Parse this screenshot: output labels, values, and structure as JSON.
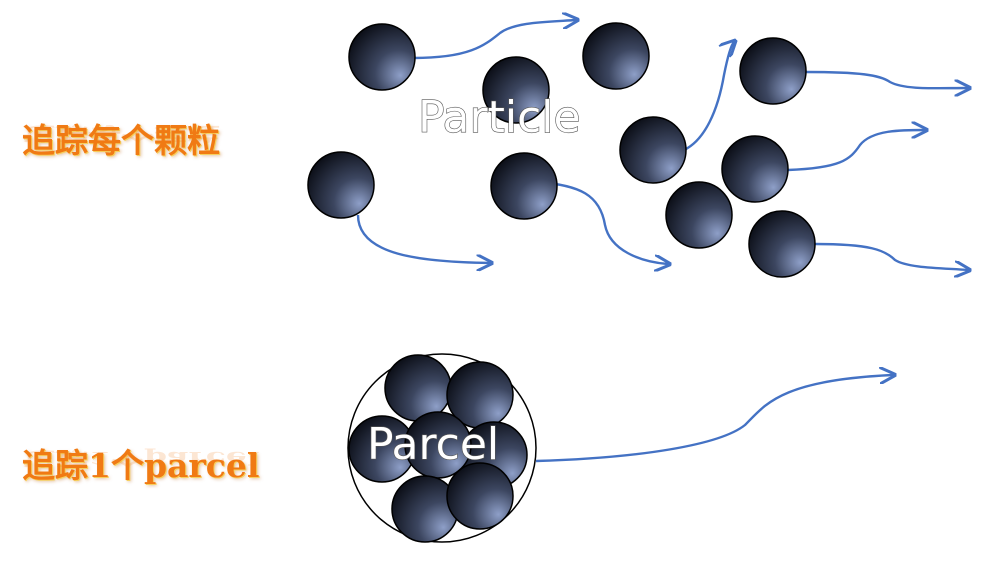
{
  "labels": {
    "track_each_particle": "追踪每个颗粒",
    "track_one_parcel": "追踪1个parcel",
    "particle": "Particle",
    "parcel": "Parcel"
  },
  "colors": {
    "arrow": "#4472c4",
    "sphere_dark": "#0c0f18",
    "sphere_light": "#8e9fc8",
    "label_orange": "#f07a14"
  }
}
